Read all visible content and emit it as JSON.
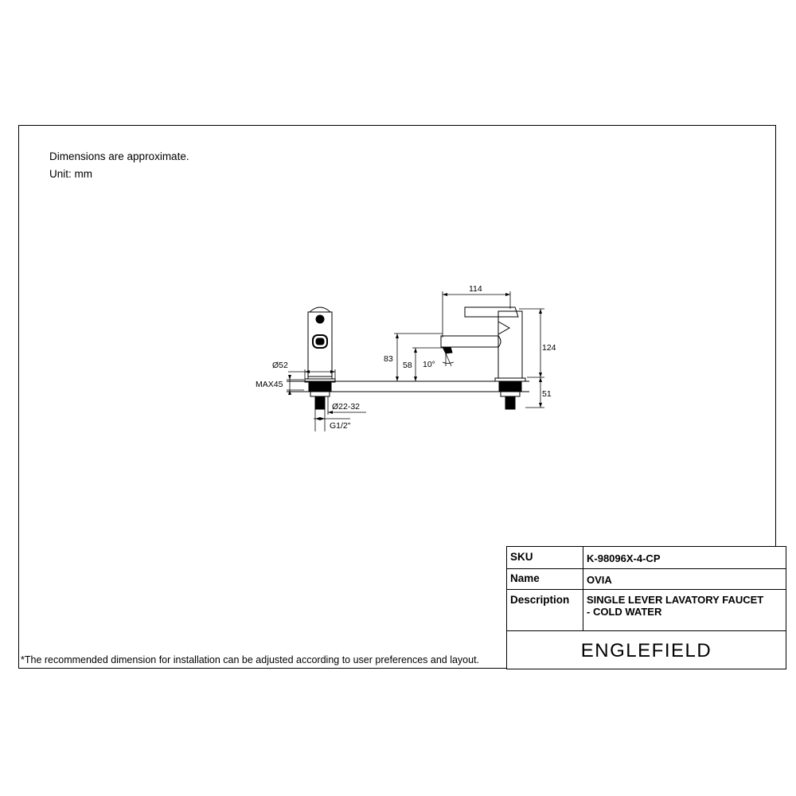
{
  "notes": {
    "approx": "Dimensions are approximate.",
    "unit": "Unit: mm"
  },
  "dimensions": {
    "width_114": "114",
    "height_124": "124",
    "height_83": "83",
    "height_58": "58",
    "angle_10": "10°",
    "base_dia": "Ø52",
    "max_thickness": "MAX45",
    "hole_dia": "Ø22-32",
    "thread": "G1/2\"",
    "below_deck": "51"
  },
  "title_block": {
    "sku_label": "SKU",
    "sku_value": "K-98096X-4-CP",
    "name_label": "Name",
    "name_value": "OVIA",
    "desc_label": "Description",
    "desc_value": "SINGLE LEVER LAVATORY FAUCET\n- COLD WATER",
    "brand": "ENGLEFIELD"
  },
  "footnote": "*The recommended dimension for installation can be adjusted according to user preferences and layout."
}
